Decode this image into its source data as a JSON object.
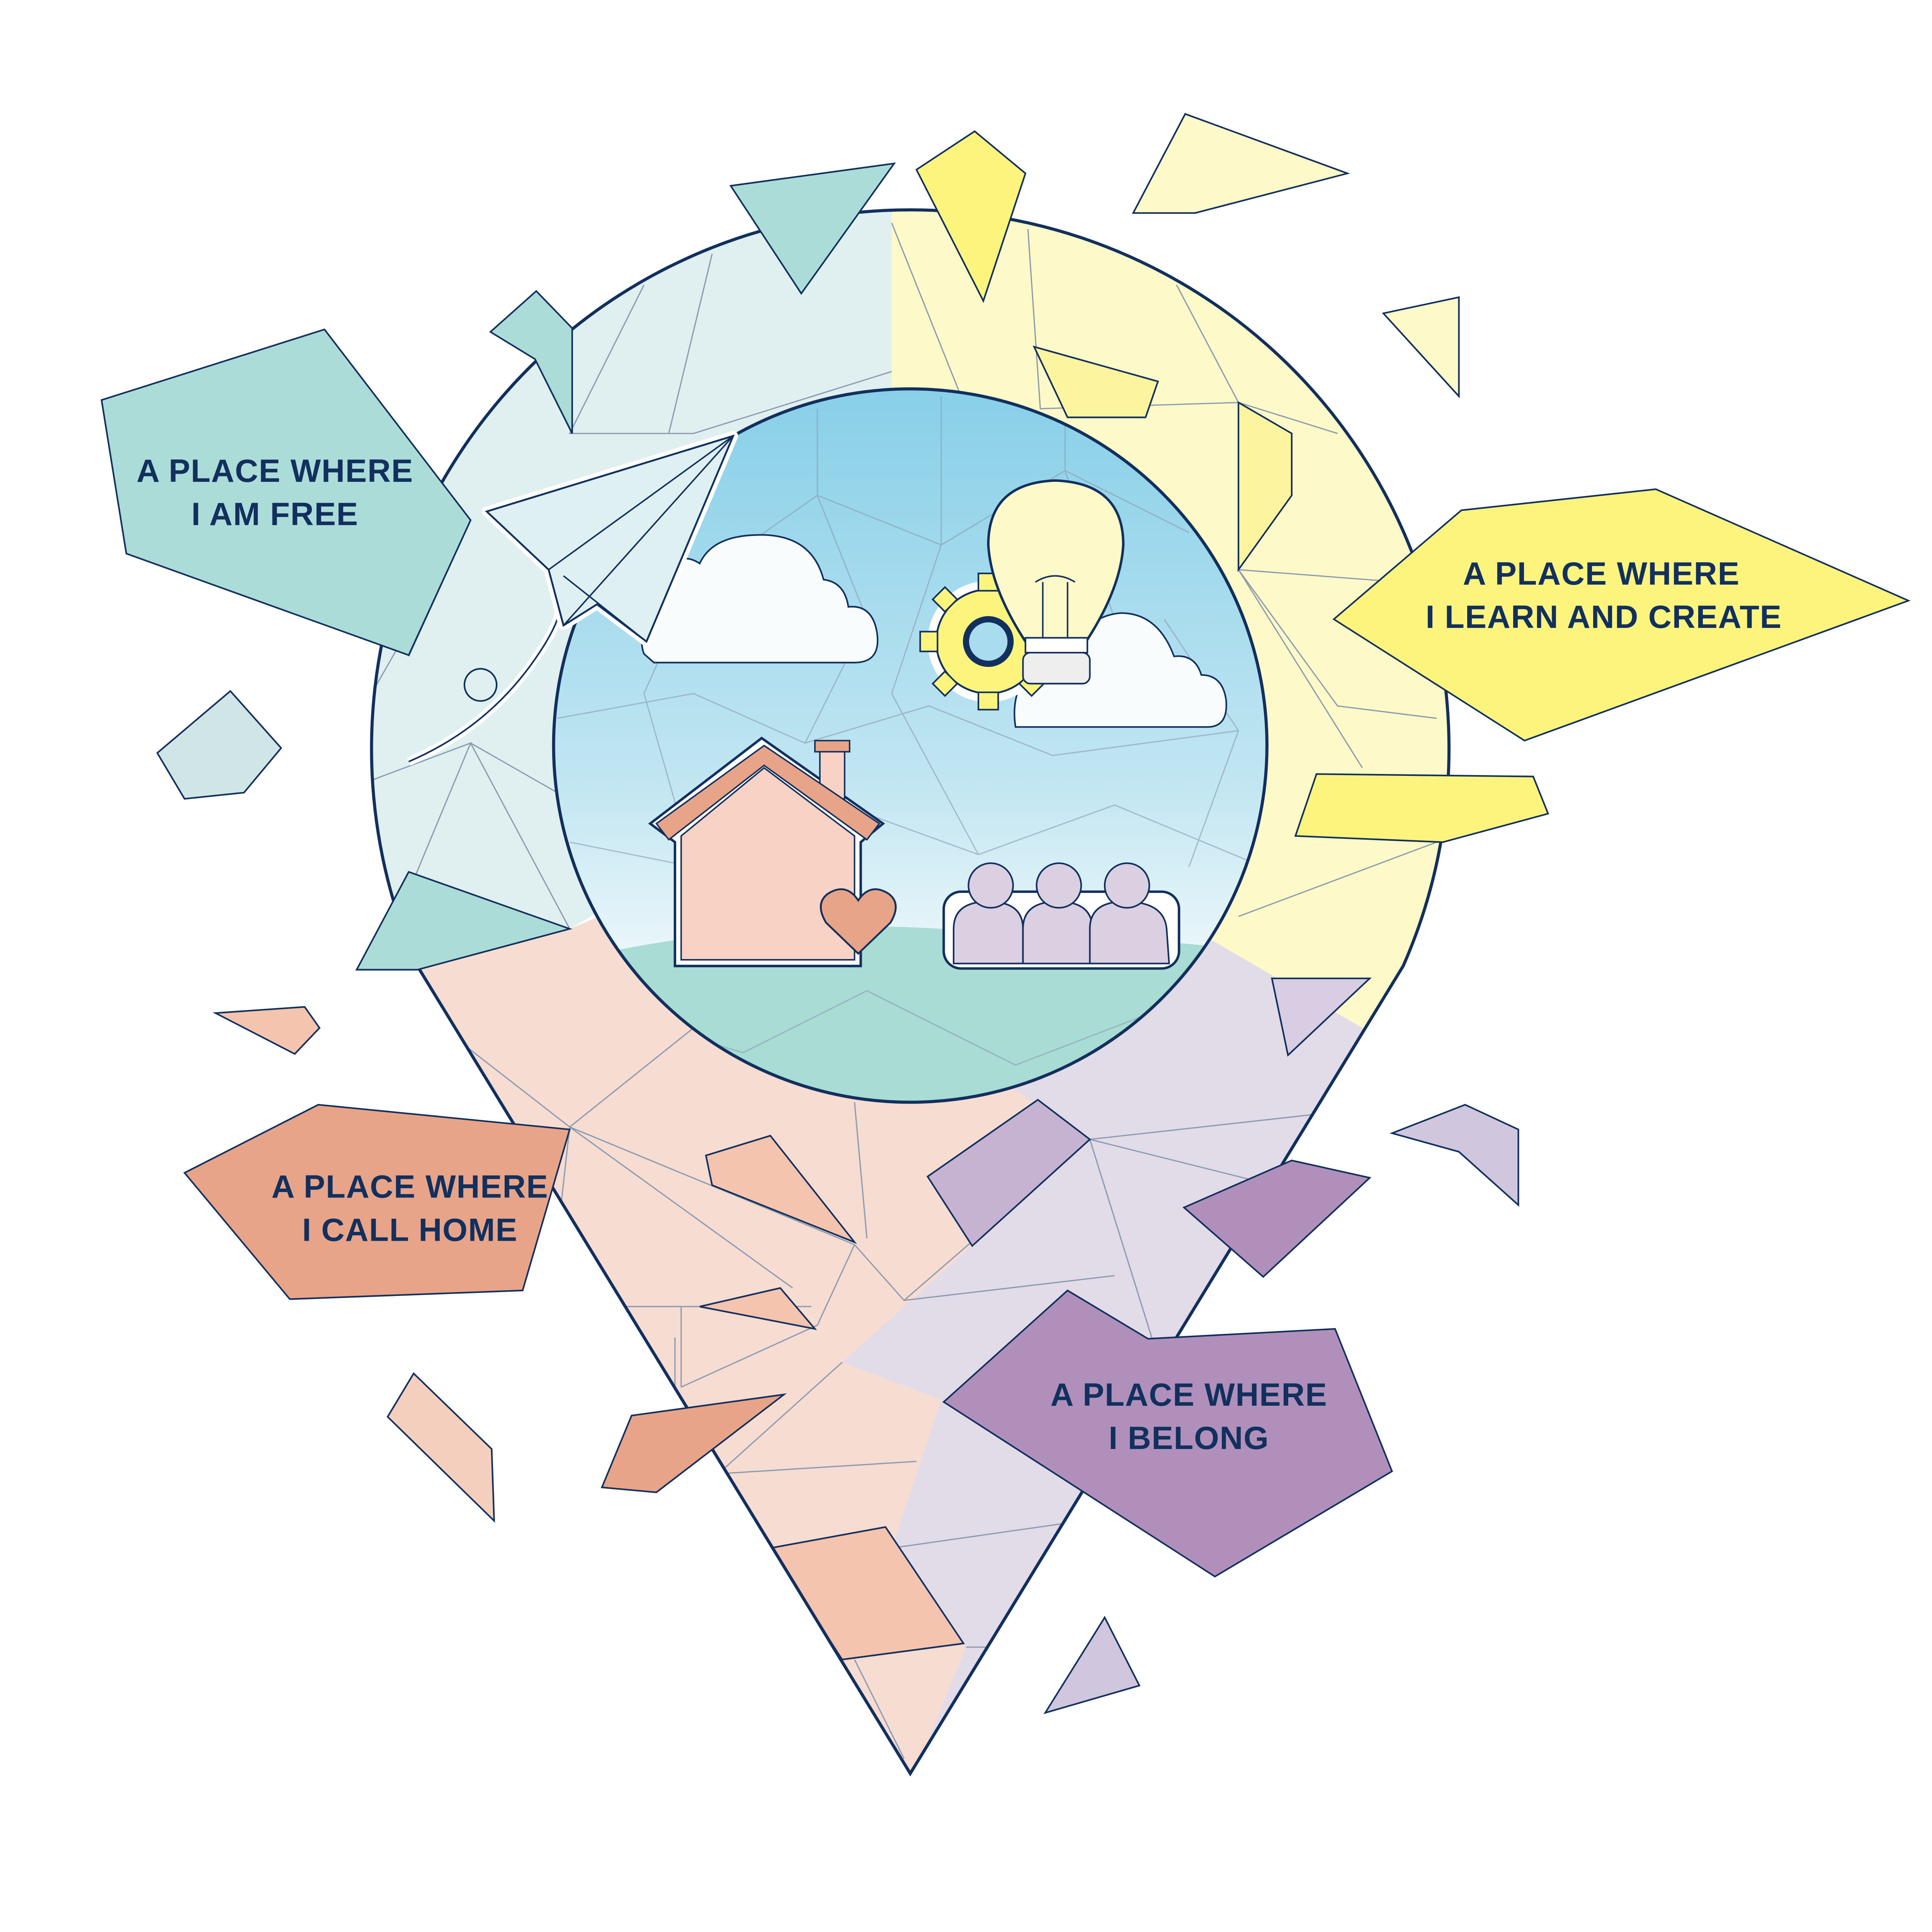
{
  "labels": {
    "free": {
      "line1": "A PLACE WHERE",
      "line2": "I AM FREE"
    },
    "learn": {
      "line1": "A PLACE WHERE",
      "line2": "I LEARN AND CREATE"
    },
    "home": {
      "line1": "A PLACE WHERE",
      "line2": "I CALL HOME"
    },
    "belong": {
      "line1": "A PLACE WHERE",
      "line2": "I BELONG"
    }
  },
  "colors": {
    "outline": "#12305e",
    "teal": "#acdcd8",
    "teal_light": "#e0f0f0",
    "yellow": "#fdf47e",
    "yellow_light": "#fdf9c8",
    "peach": "#e8a488",
    "peach_light": "#f7dcd2",
    "lavender": "#b090bb",
    "lavender_light": "#e2dbe8",
    "sky_top": "#87cfe8",
    "sky_bottom": "#eef8fb"
  },
  "icons": [
    "paper-plane-icon",
    "cloud-icon",
    "gear-icon",
    "lightbulb-icon",
    "house-icon",
    "heart-icon",
    "people-icon"
  ]
}
